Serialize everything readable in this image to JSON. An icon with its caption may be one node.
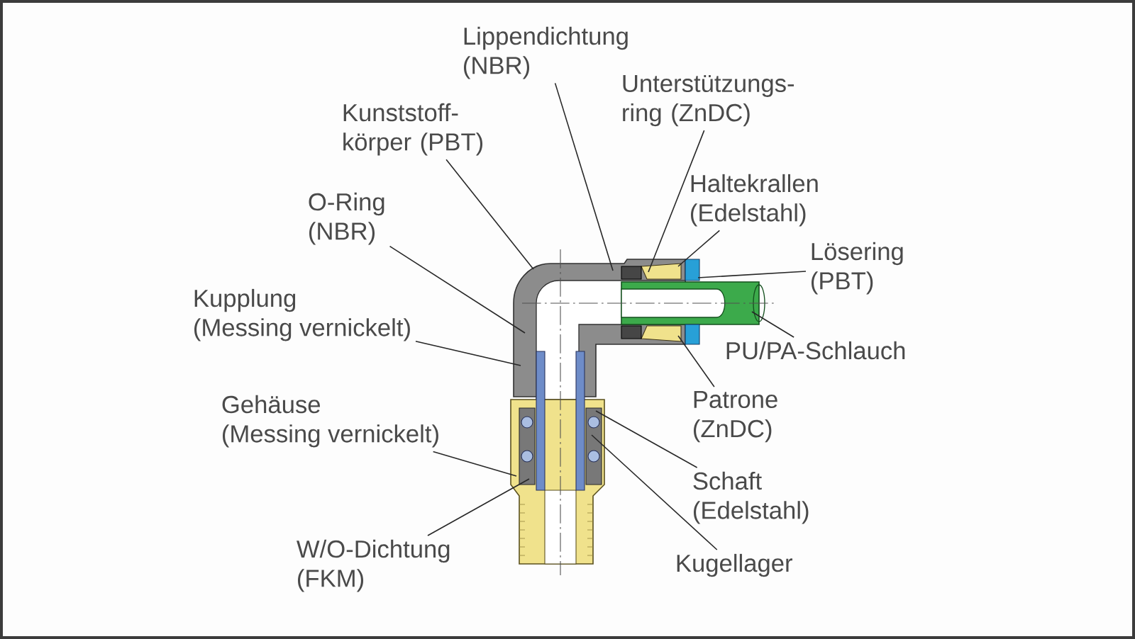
{
  "diagram": {
    "nodes": [
      {
        "text": [
          "Lippendichtung",
          "(NBR)"
        ]
      },
      {
        "text": [
          "Unterstützungs- ring (ZnDC)"
        ]
      },
      {
        "text": [
          "Kunststoff- körper (PBT)"
        ]
      },
      {
        "text": [
          "Haltekrallen",
          "(Edelstahl)"
        ]
      },
      {
        "text": [
          "O-Ring",
          "(NBR)"
        ]
      },
      {
        "text": [
          "Lösering",
          "(PBT)"
        ]
      },
      {
        "text": [
          "Kupplung",
          "(Messing vernickelt)"
        ]
      },
      {
        "text": [
          "PU/PA-Schlauch"
        ]
      },
      {
        "text": [
          "Patrone",
          "(ZnDC)"
        ]
      },
      {
        "text": [
          "Gehäuse",
          "(Messing vernickelt)"
        ]
      },
      {
        "text": [
          "Schaft",
          "(Edelstahl)"
        ]
      },
      {
        "text": [
          "W/O-Dichtung",
          "(FKM)"
        ]
      },
      {
        "text": [
          "Kugellager"
        ]
      }
    ],
    "edges": [
      {
        "from": 0,
        "to": null,
        "arrow": "none"
      },
      {
        "from": 1,
        "to": null,
        "arrow": "none"
      },
      {
        "from": 2,
        "to": null,
        "arrow": "none"
      },
      {
        "from": 3,
        "to": null,
        "arrow": "none"
      },
      {
        "from": 4,
        "to": null,
        "arrow": "none"
      },
      {
        "from": 5,
        "to": null,
        "arrow": "none"
      },
      {
        "from": 6,
        "to": null,
        "arrow": "none"
      },
      {
        "from": 7,
        "to": null,
        "arrow": "none"
      },
      {
        "from": 8,
        "to": null,
        "arrow": "none"
      },
      {
        "from": 9,
        "to": null,
        "arrow": "none"
      },
      {
        "from": 10,
        "to": null,
        "arrow": "none"
      },
      {
        "from": 11,
        "to": null,
        "arrow": "none"
      },
      {
        "from": 12,
        "to": null,
        "arrow": "none"
      }
    ]
  }
}
